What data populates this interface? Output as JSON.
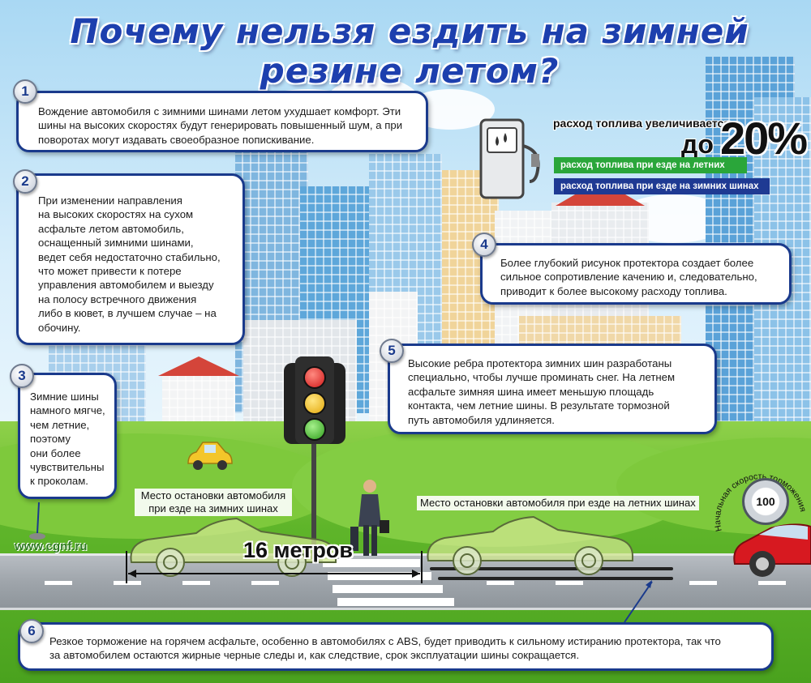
{
  "title": "Почему нельзя ездить на зимней резине летом?",
  "callouts": [
    {
      "num": "1",
      "text": "Вождение автомобиля с зимними шинами летом ухудшает комфорт. Эти\nшины на высоких скоростях будут генерировать повышенный шум, а при\nповоротах могут издавать своеобразное попискивание."
    },
    {
      "num": "2",
      "text": "При изменении направления\nна высоких скоростях на сухом\nасфальте летом автомобиль,\nоснащенный зимними шинами,\nведет себя недостаточно стабильно,\nчто может привести к потере\nуправления автомобилем и выезду\nна полосу встречного движения\nлибо в кювет, в лучшем случае – на\nобочину."
    },
    {
      "num": "3",
      "text": "Зимние шины\nнамного мягче,\nчем летние,\nпоэтому\nони более\nчувствительны\nк проколам."
    },
    {
      "num": "4",
      "text": "Более глубокий рисунок протектора создает более\nсильное сопротивление качению и, следовательно,\nприводит к более высокому расходу топлива."
    },
    {
      "num": "5",
      "text": "Высокие ребра протектора зимних шин разработаны\nспециально, чтобы лучше проминать снег. На летнем\nасфальте зимняя шина имеет меньшую площадь\nконтакта, чем летние шины. В результате тормозной\nпуть автомобиля удлиняется."
    },
    {
      "num": "6",
      "text": "Резкое торможение на горячем асфальте, особенно в автомобилях с  ABS, будет приводить к сильному истиранию протектора, так что\nза автомобилем остаются жирные черные следы и, как следствие, срок эксплуатации шины сокращается."
    }
  ],
  "fuel": {
    "headline": "расход топлива увеличивается",
    "prefix": "до",
    "percent": "20%",
    "bar_summer": "расход топлива при езде на летних шинах",
    "bar_winter": "расход топлива при езде на зимних шинах",
    "color_summer": "#2aa63a",
    "color_winter": "#1f3a93"
  },
  "labels": {
    "winter_stop": "Место остановки автомобиля\nпри езде на зимних шинах",
    "summer_stop": "Место остановки автомобиля при езде на летних шинах",
    "distance": "16 метров",
    "speed_label": "Начальная скорость торможения",
    "speed_value": "100",
    "site": "www.cgnf.ru"
  },
  "icons": {
    "fuel_pump": "fuel-pump-icon",
    "traffic_light": "traffic-light-icon",
    "speedometer": "speedometer-icon",
    "nail": "nail-icon"
  },
  "colors": {
    "title": "#1d3fae",
    "box_border": "#1a3a8c",
    "grass": "#5fb52a",
    "road": "#9fa5ab"
  }
}
